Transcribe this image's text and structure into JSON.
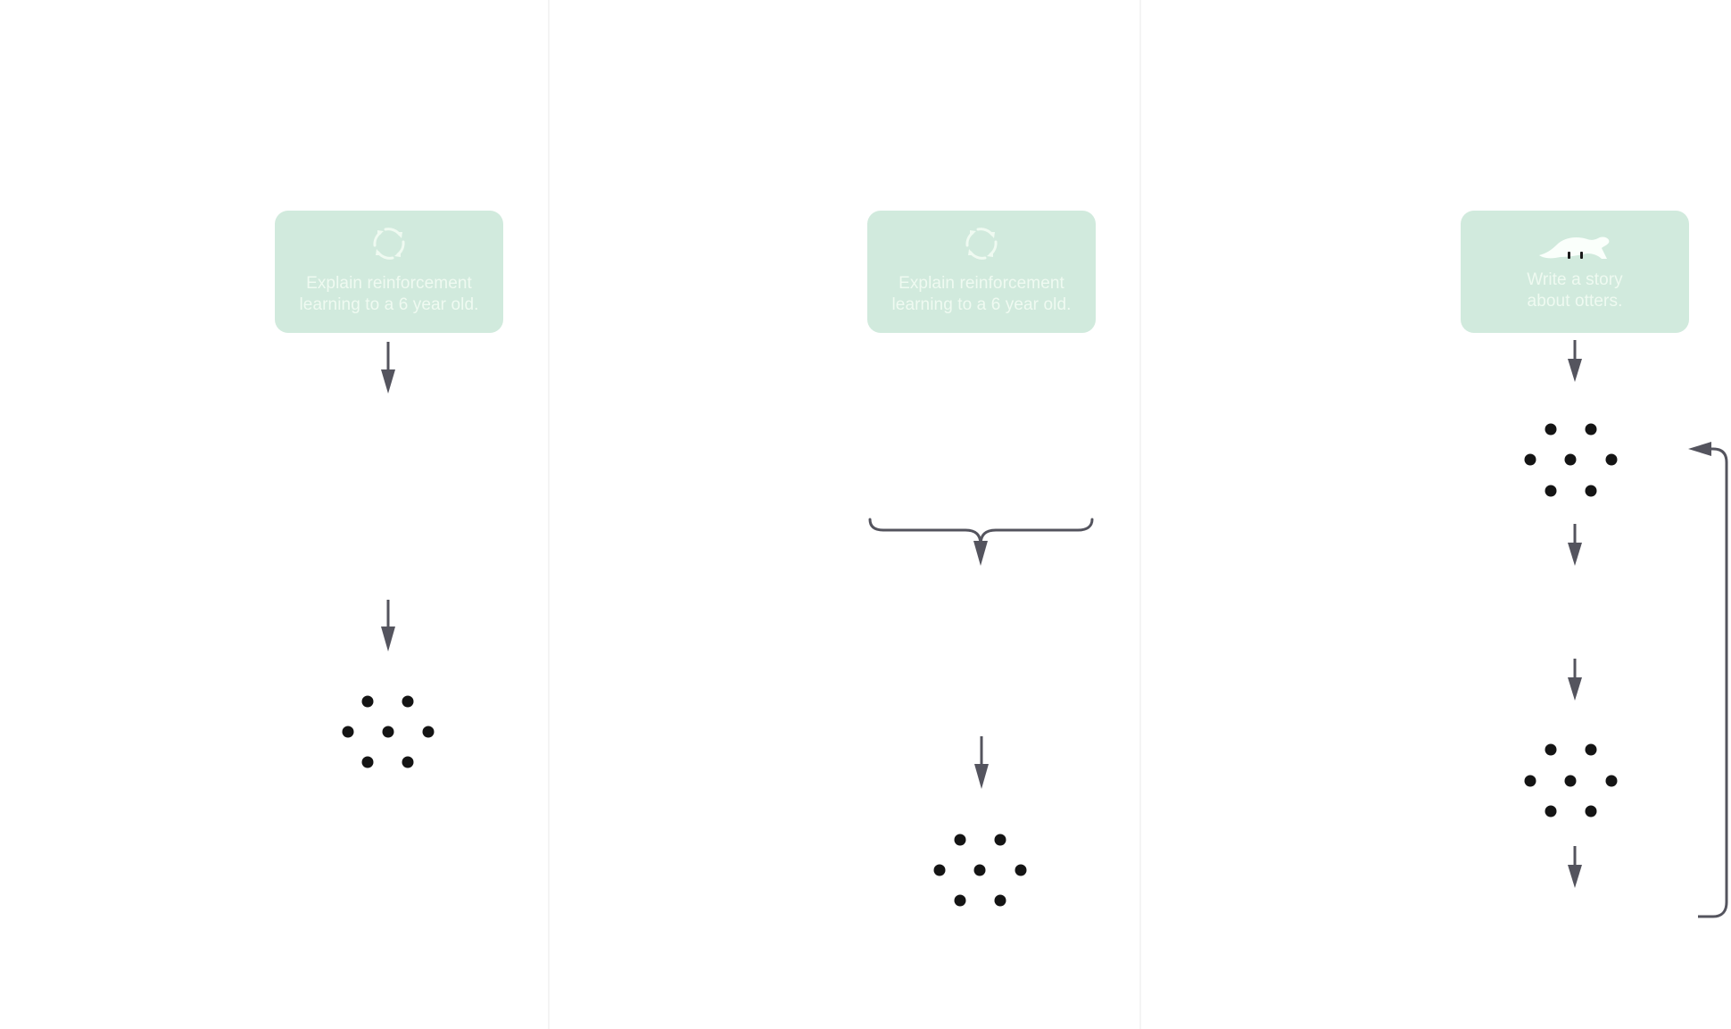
{
  "panels": [
    {
      "prompt_card": {
        "icon": "refresh-cycle-icon",
        "line1": "Explain reinforcement",
        "line2": "learning to a 6 year old."
      }
    },
    {
      "prompt_card": {
        "icon": "refresh-cycle-icon",
        "line1": "Explain reinforcement",
        "line2": "learning to a 6 year old."
      }
    },
    {
      "prompt_card": {
        "icon": "otter-icon",
        "line1": "Write a story",
        "line2": "about otters."
      }
    }
  ],
  "colors": {
    "card_background": "#d1eadd",
    "card_text": "#effaf1",
    "arrow": "#54545e",
    "dots": "#141414",
    "divider": "#f4f4f4"
  }
}
